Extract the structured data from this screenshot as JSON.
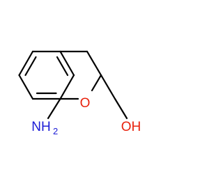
{
  "molecule": {
    "atoms": {
      "ring_oxygen": "O",
      "hydroxyl": "OH",
      "amine_main": "NH",
      "amine_subscript": "2"
    },
    "colors": {
      "bond": "#000000",
      "oxygen": "#e8210c",
      "nitrogen": "#1c1cd6"
    }
  }
}
